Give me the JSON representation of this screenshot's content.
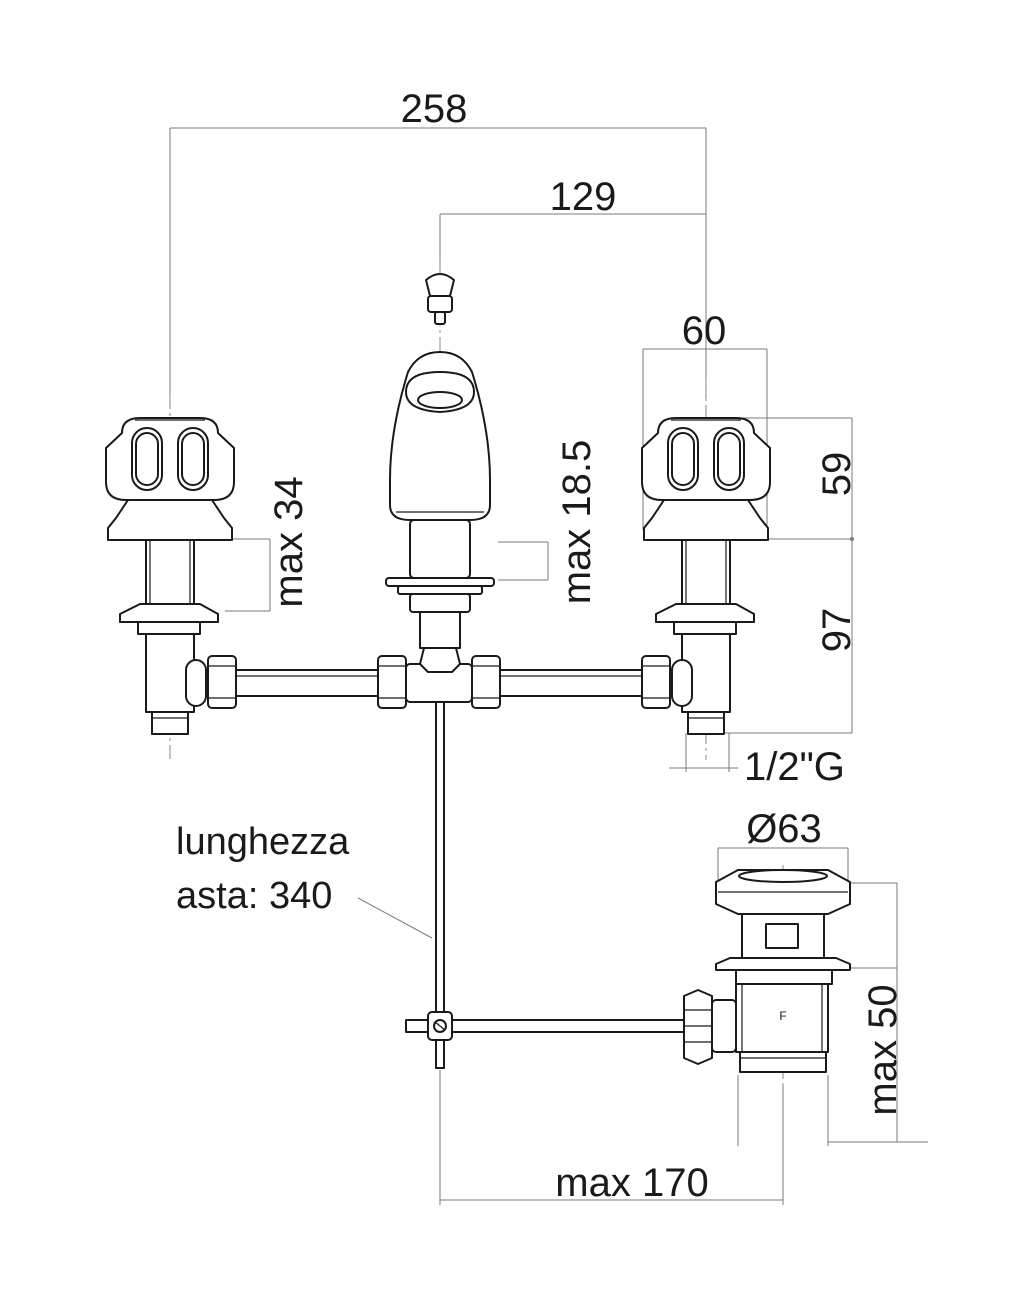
{
  "dimensions": {
    "overall_width": "258",
    "center_to_valve": "129",
    "handle_diameter": "60",
    "handle_height": "59",
    "valve_body_height": "97",
    "left_max_deck": "max 34",
    "spout_max_deck": "max 18.5",
    "thread": "1/2\"G",
    "drain_diameter": "Ø63",
    "drain_max_deck": "max 50",
    "rod_reach": "max 170"
  },
  "notes": {
    "rod_length_line1": "lunghezza",
    "rod_length_line2": "asta: 340"
  },
  "drain_marking": "F"
}
